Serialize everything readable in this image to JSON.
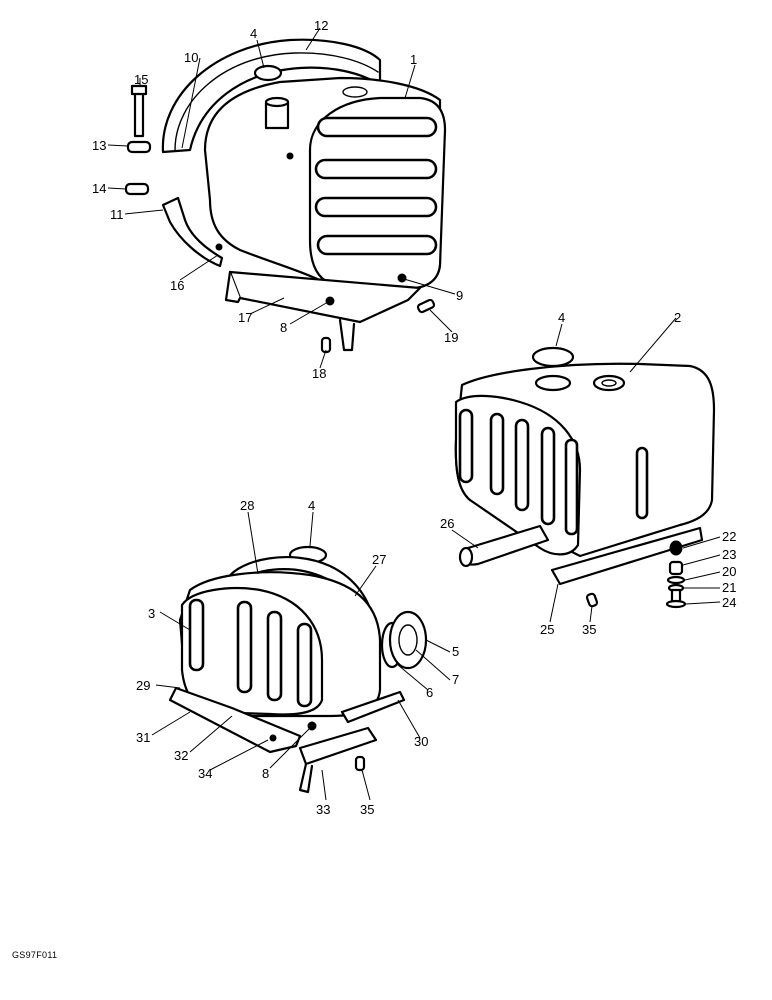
{
  "drawing_code": "GS97F011",
  "callouts": {
    "top": [
      "15",
      "10",
      "4",
      "12",
      "1",
      "13",
      "14",
      "11",
      "16",
      "17",
      "8",
      "9",
      "19",
      "18"
    ],
    "right": [
      "4",
      "2",
      "26",
      "22",
      "23",
      "20",
      "21",
      "24",
      "25",
      "35"
    ],
    "left": [
      "28",
      "4",
      "27",
      "3",
      "5",
      "7",
      "6",
      "29",
      "31",
      "32",
      "34",
      "8",
      "30",
      "33",
      "35"
    ]
  }
}
